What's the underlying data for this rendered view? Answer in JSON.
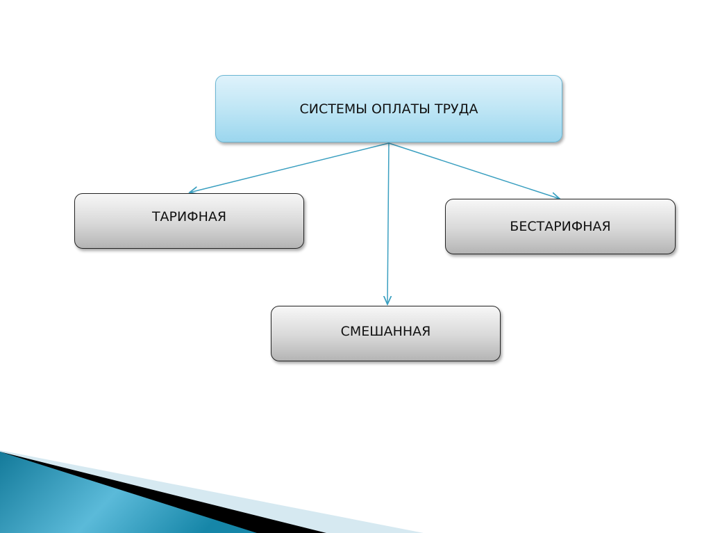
{
  "diagram": {
    "root": "СИСТЕМЫ ОПЛАТЫ ТРУДА",
    "children": [
      "ТАРИФНАЯ",
      "БЕСТАРИФНАЯ",
      "СМЕШАННАЯ"
    ]
  },
  "colors": {
    "arrow": "#3a9fc0",
    "root_fill": "#bfe6f5",
    "child_fill": "#d8d8d8"
  }
}
